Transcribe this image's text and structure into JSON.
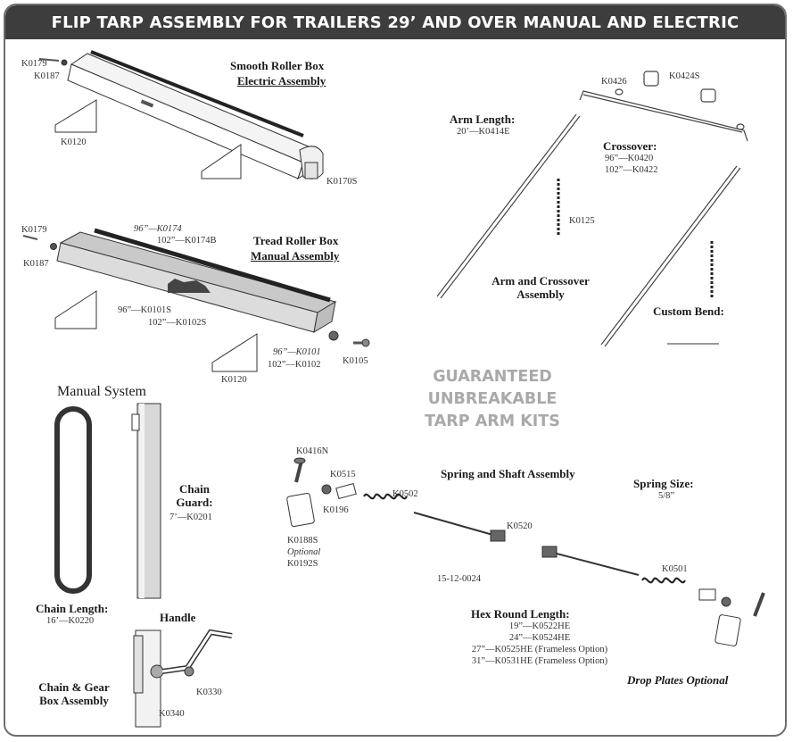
{
  "title": "FLIP TARP ASSEMBLY FOR TRAILERS 29’ AND OVER MANUAL AND ELECTRIC",
  "guarantee": [
    "GUARANTEED",
    "UNBREAKABLE",
    "TARP ARM KITS"
  ],
  "smooth_roller": {
    "heading": "Smooth Roller Box",
    "subheading": "Electric Assembly",
    "parts": [
      "K0179",
      "K0187",
      "K0120",
      "K0170S"
    ]
  },
  "tread_roller": {
    "heading": "Tread Roller Box",
    "subheading": "Manual Assembly",
    "parts": [
      "K0179",
      "K0187",
      "K0120",
      "K0105"
    ],
    "shaft_sizes": [
      "96”—K0174",
      "102”—K0174B"
    ],
    "box_sizes": [
      "96”—K0101S",
      "102”—K0102S"
    ],
    "cap_sizes": [
      "96”—K0101",
      "102”—K0102"
    ]
  },
  "arm": {
    "arm_length_heading": "Arm Length:",
    "arm_length_value": "20’—K0414E",
    "crossover_heading": "Crossover:",
    "crossover_values": [
      "96”—K0420",
      "102”—K0422"
    ],
    "parts": [
      "K0426",
      "K0424S",
      "K0125"
    ],
    "assembly_heading": [
      "Arm and Crossover",
      "Assembly"
    ],
    "custom_bend": "Custom Bend:"
  },
  "manual_system": {
    "heading": "Manual System",
    "chain_guard_heading": [
      "Chain",
      "Guard:"
    ],
    "chain_guard_value": "7’—K0201",
    "chain_length_heading": "Chain Length:",
    "chain_length_value": "16’—K0220",
    "handle_heading": "Handle",
    "gearbox_heading": [
      "Chain & Gear",
      "Box Assembly"
    ],
    "parts": [
      "K0330",
      "K0340"
    ]
  },
  "spring": {
    "heading": "Spring and Shaft Assembly",
    "spring_size_heading": "Spring Size:",
    "spring_size_value": "5/8”",
    "parts": [
      "K0416N",
      "K0515",
      "K0196",
      "K0502",
      "K0520",
      "K0501"
    ],
    "plate_parts": [
      "K0188S",
      "Optional",
      "K0192S"
    ],
    "assembly_code": "15-12-0024",
    "hex_heading": "Hex Round Length:",
    "hex_values": [
      "19”—K0522HE",
      "24”—K0524HE",
      "27”—K0525HE (Frameless Option)",
      "31”—K0531HE (Frameless Option)"
    ],
    "drop_plates": "Drop Plates Optional"
  }
}
